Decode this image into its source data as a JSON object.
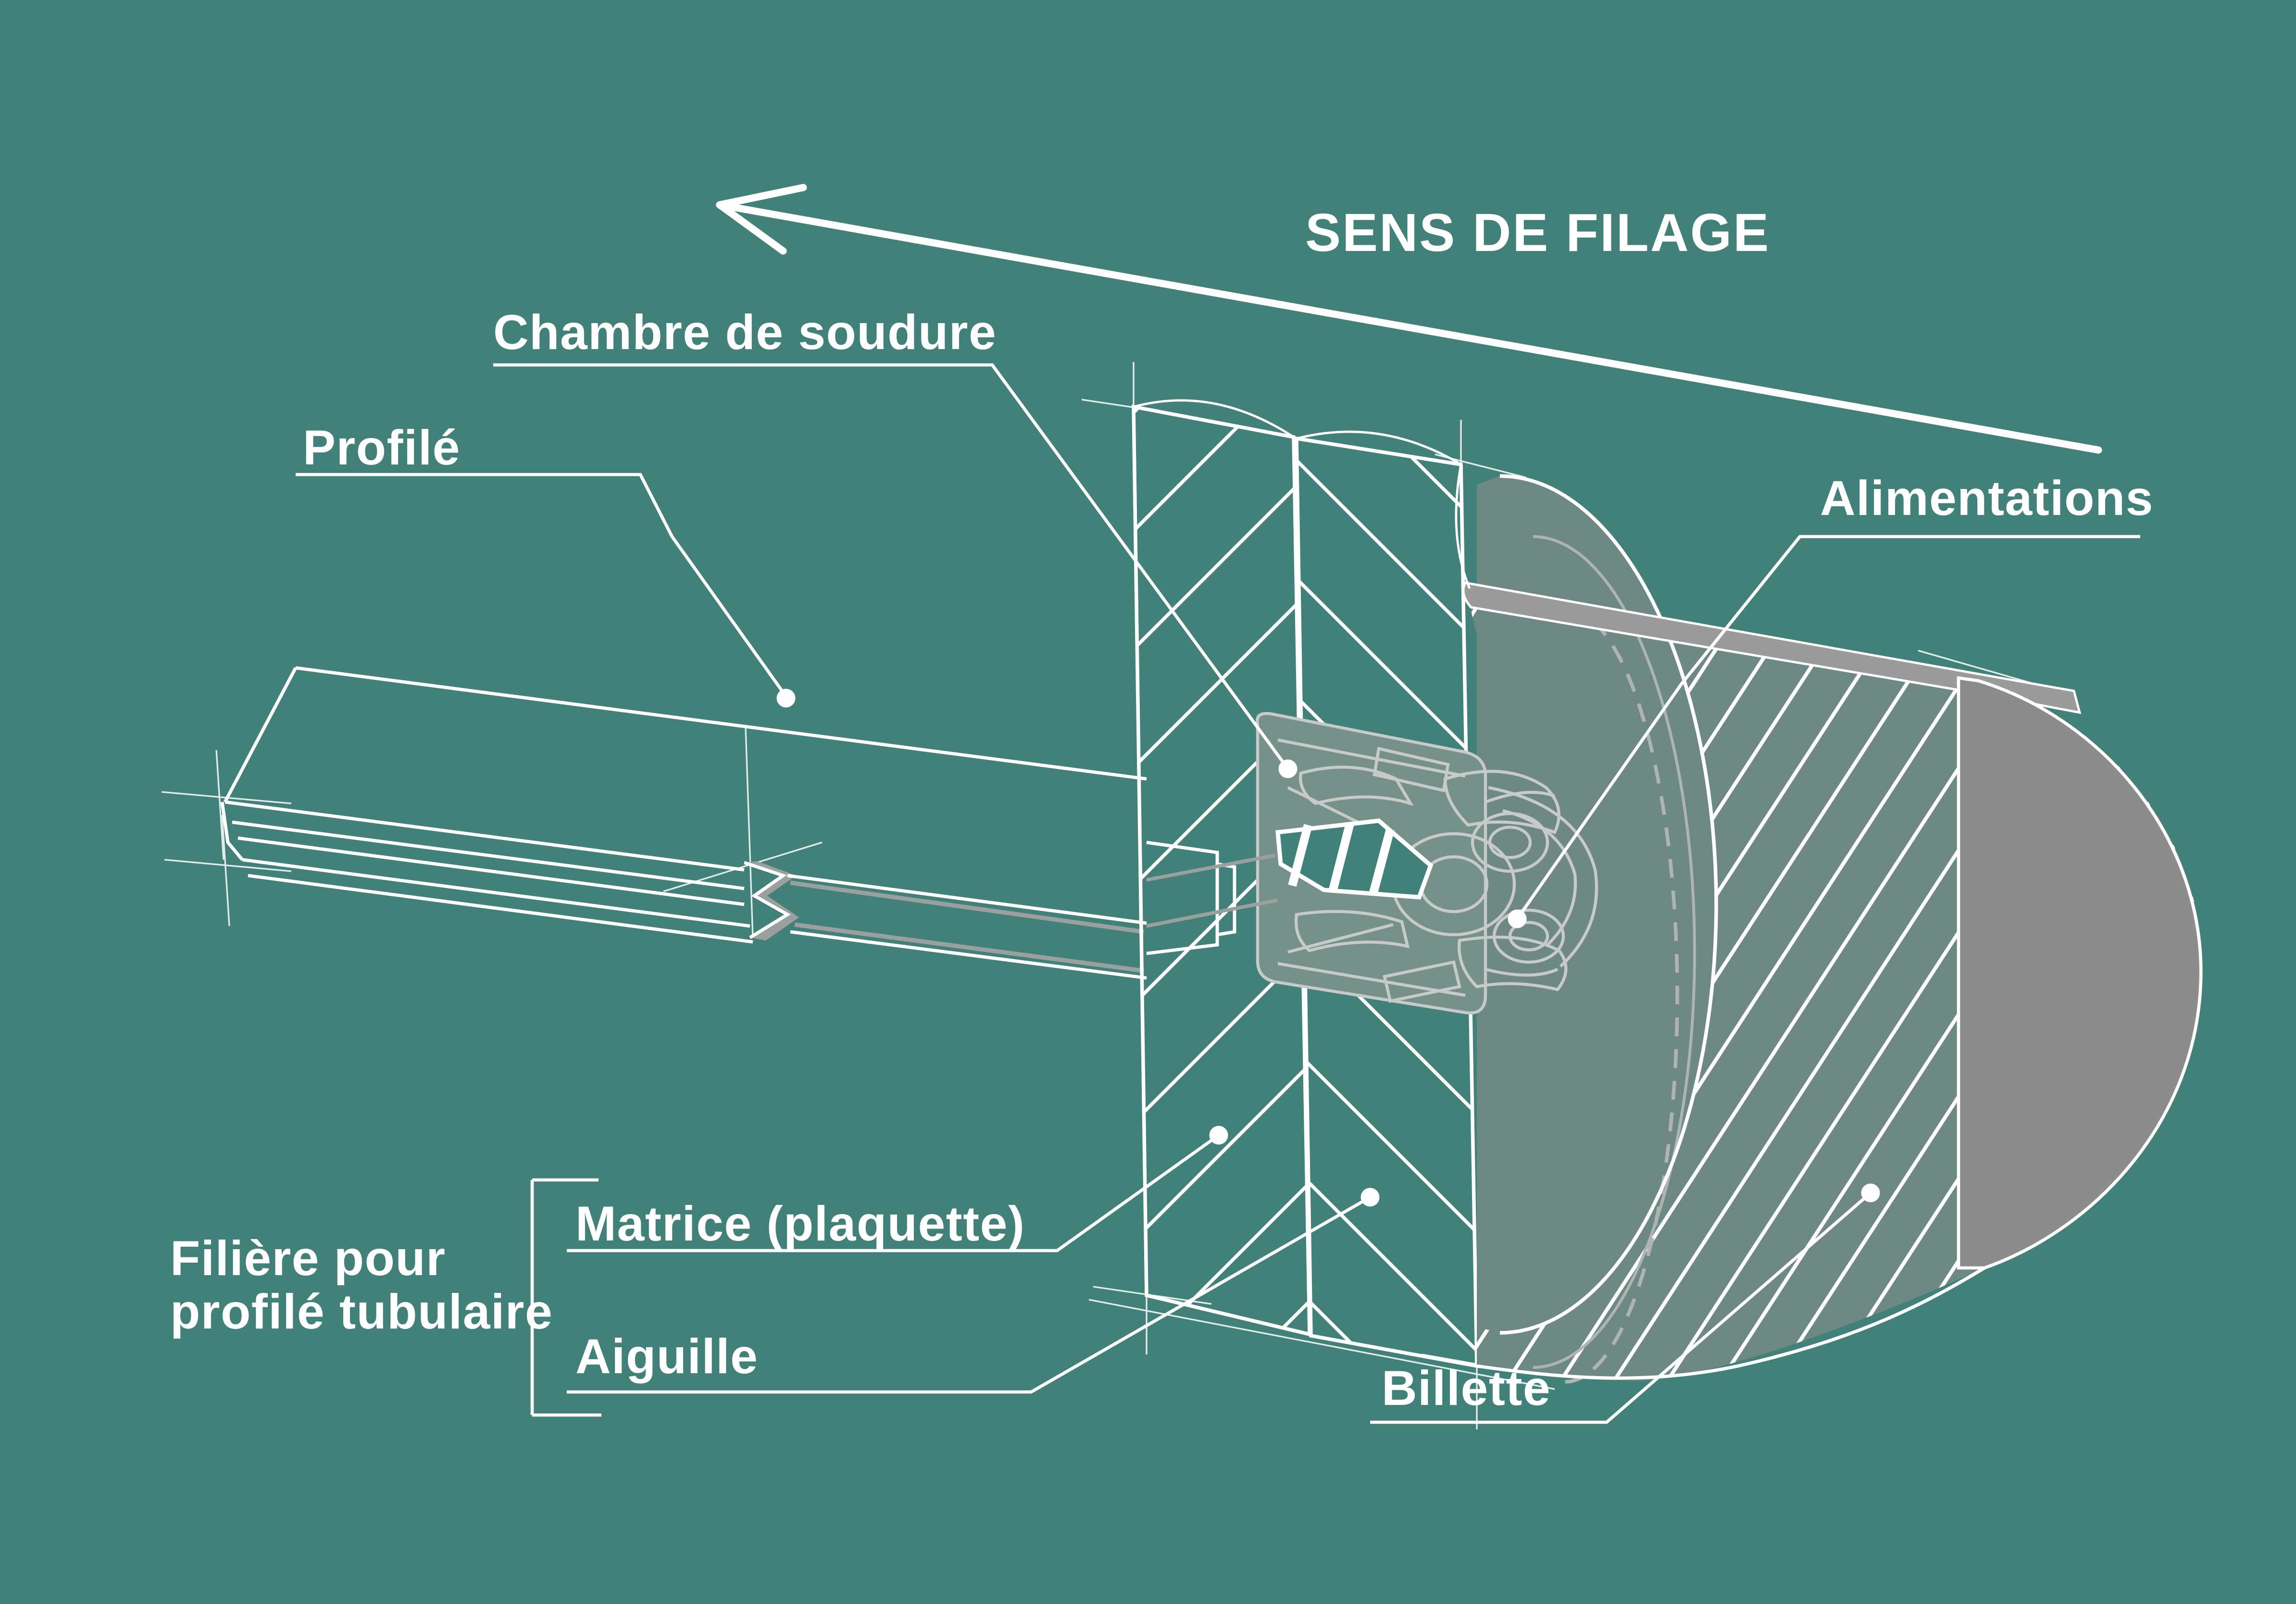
{
  "diagram": {
    "direction_note": "SENS DE FILAGE",
    "labels": {
      "chambre": "Chambre de soudure",
      "profile": "Profilé",
      "alimentations": "Alimentations",
      "matrice": "Matrice (plaquette)",
      "aiguille": "Aiguille",
      "billette": "Billette",
      "filiere_line1": "Filière pour",
      "filiere_line2": "profilé tubulaire"
    },
    "colors": {
      "background": "#41817A",
      "line_white": "#FFFFFF",
      "billet_gray": "#8C8C8C",
      "band_gray": "#9A9A9A",
      "section_tint": "#6E8983",
      "cap_tint": "#76908A",
      "mechanism_line": "#C6CAC9",
      "hidden_line": "#AEB4B2",
      "wall_gray": "#9AA09E"
    }
  }
}
